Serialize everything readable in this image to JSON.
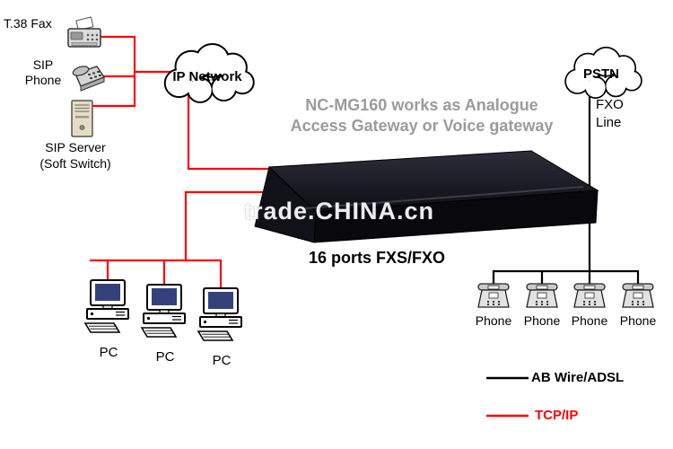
{
  "colors": {
    "tcp_ip_line": "#ff0000",
    "ab_wire_line": "#000000",
    "caption_gray": "#9b9b9b",
    "watermark_white": "#ffffff"
  },
  "nodes": {
    "t38_fax": {
      "label": "T.38 Fax"
    },
    "sip_phone": {
      "line1": "SIP",
      "line2": "Phone"
    },
    "sip_server": {
      "line1": "SIP Server",
      "line2": "(Soft Switch)"
    },
    "ip_network": {
      "label": "IP Network"
    },
    "pstn": {
      "label": "PSTN"
    },
    "fxo": {
      "line1": "FXO",
      "line2": "Line"
    }
  },
  "gateway": {
    "caption_line1": "NC-MG160 works as Analogue",
    "caption_line2": "Access Gateway or Voice gateway",
    "ports_label": "16 ports FXS/FXO",
    "watermark": "trade.CHINA.cn"
  },
  "pcs": [
    {
      "label": "PC"
    },
    {
      "label": "PC"
    },
    {
      "label": "PC"
    }
  ],
  "phones": [
    {
      "label": "Phone"
    },
    {
      "label": "Phone"
    },
    {
      "label": "Phone"
    },
    {
      "label": "Phone"
    }
  ],
  "legend": [
    {
      "label": "AB Wire/ADSL",
      "color": "#000000"
    },
    {
      "label": "TCP/IP",
      "color": "#ff0000"
    }
  ]
}
